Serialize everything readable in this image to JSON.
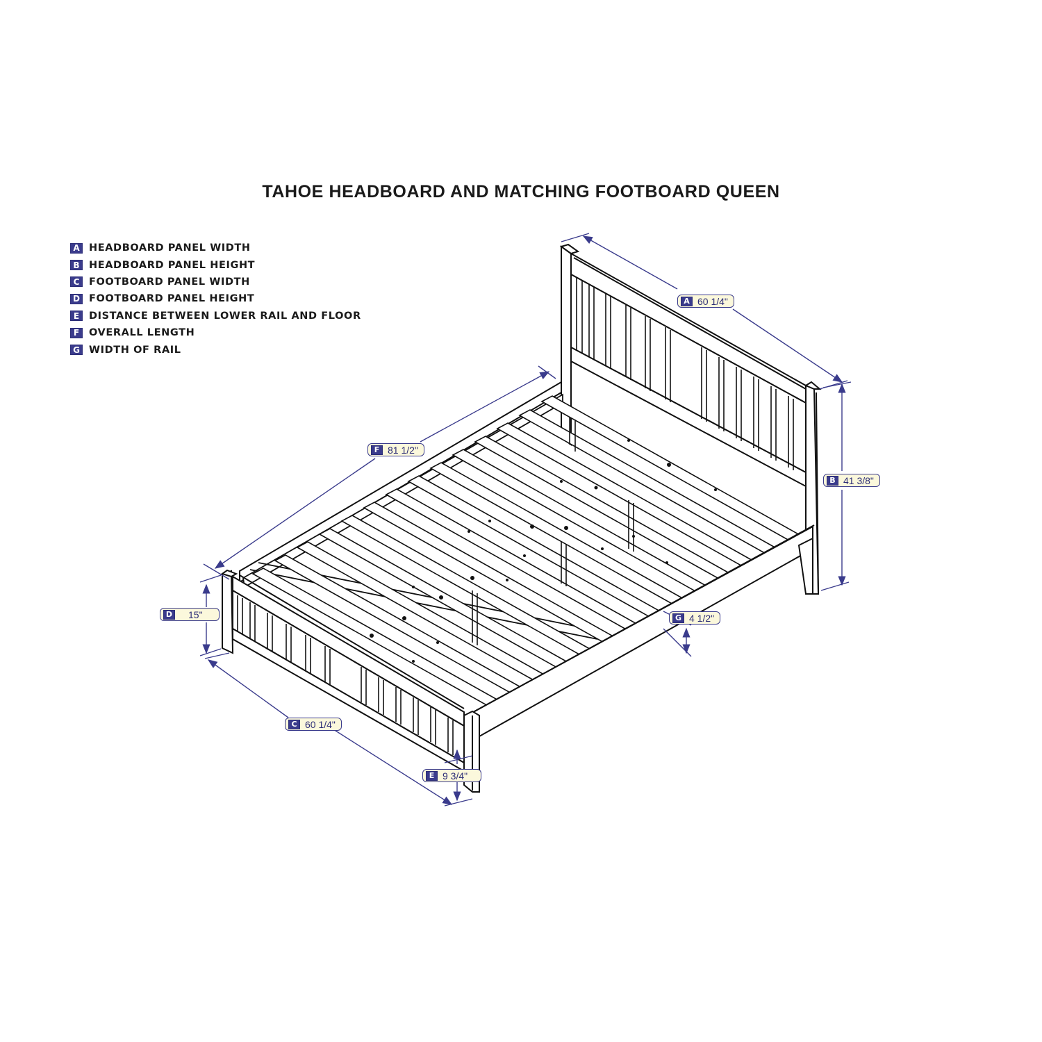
{
  "title": "TAHOE HEADBOARD AND MATCHING FOOTBOARD QUEEN",
  "legend": [
    {
      "key": "A",
      "label": "HEADBOARD PANEL WIDTH"
    },
    {
      "key": "B",
      "label": "HEADBOARD PANEL HEIGHT"
    },
    {
      "key": "C",
      "label": "FOOTBOARD PANEL WIDTH"
    },
    {
      "key": "D",
      "label": "FOOTBOARD PANEL HEIGHT"
    },
    {
      "key": "E",
      "label": "DISTANCE BETWEEN LOWER RAIL AND FLOOR"
    },
    {
      "key": "F",
      "label": "OVERALL LENGTH"
    },
    {
      "key": "G",
      "label": "WIDTH OF RAIL"
    }
  ],
  "dimensions": {
    "A": {
      "key": "A",
      "value": "60 1/4\""
    },
    "B": {
      "key": "B",
      "value": "41 3/8\""
    },
    "C": {
      "key": "C",
      "value": "60 1/4\""
    },
    "D": {
      "key": "D",
      "value": "15\""
    },
    "E": {
      "key": "E",
      "value": "9 3/4\""
    },
    "F": {
      "key": "F",
      "value": "81 1/2\""
    },
    "G": {
      "key": "G",
      "value": "4 1/2\""
    }
  },
  "colors": {
    "badge": "#3a3b8c",
    "dimension_line": "#3a3b8c",
    "callout_fill": "#fbf8dc",
    "line_art": "#111111"
  }
}
